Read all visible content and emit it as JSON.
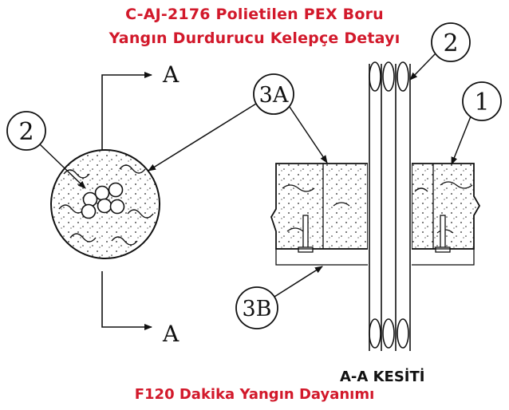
{
  "title_line1": "C-AJ-2176 Polietilen PEX Boru",
  "title_line2": "Yangın Durdurucu Kelepçe Detayı",
  "section_label": "A-A KESİTİ",
  "footer": "F120 Dakika Yangın Dayanımı",
  "callouts": {
    "plan_pipe": "2",
    "plan_sealant": "3A",
    "section_pipe": "2",
    "section_wall": "1",
    "section_backing": "3B"
  },
  "cut_markers": {
    "top": "A",
    "bottom": "A"
  },
  "colors": {
    "title": "#d2192b",
    "lines": "#111111"
  }
}
